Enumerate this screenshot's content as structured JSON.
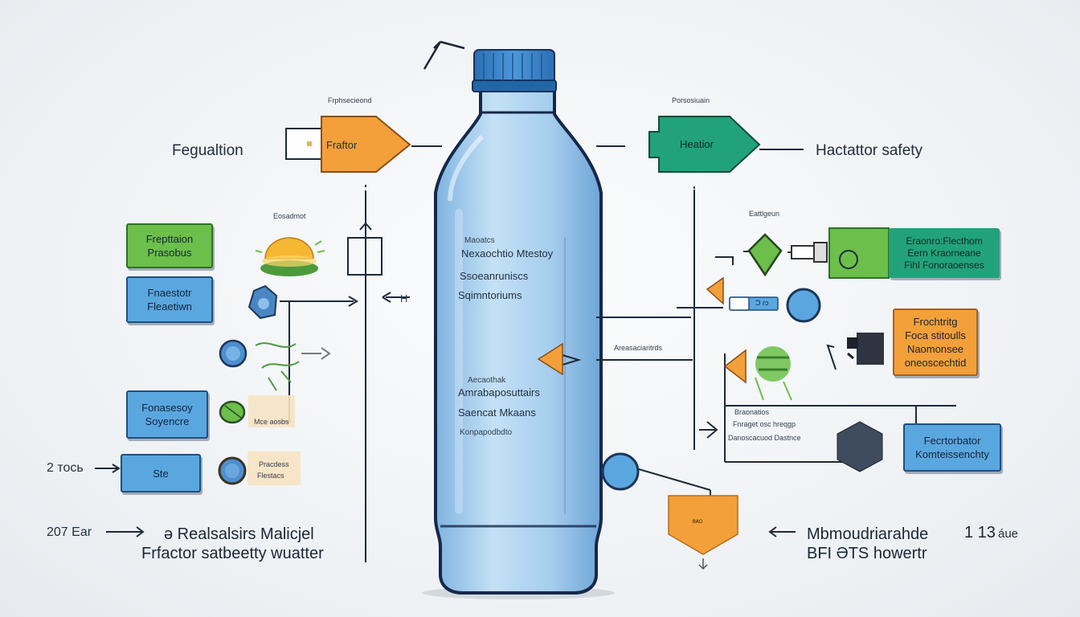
{
  "top_tag": "Frphsecieond",
  "top_tag_right": "Porsosiuain",
  "left_title": "Fegualtion",
  "right_title": "Hactattor safety",
  "arrow_left": "Fraftor",
  "arrow_right": "Heatior",
  "bottle_text": {
    "t1": "Maoatcs",
    "t2": "Nexaochtio Mtestoy",
    "t3": "Ssoeanruniscs",
    "t4": "Sqimntoriums",
    "t5": "Aecaothak",
    "t6": "Amrabaposuttairs",
    "t7": "Saencat Mkaans",
    "t8": "Konpapodbdto"
  },
  "left_boxes": {
    "b1": [
      "Frepttaion",
      "Prasobus"
    ],
    "b2": [
      "Fnaestotr",
      "Fleaetiwn"
    ],
    "b3": [
      "Fonasesoy",
      "Soyencre"
    ],
    "b4": [
      "Ste"
    ]
  },
  "left_small": {
    "s1": "Eosadmot",
    "s2": "Mce aosbs",
    "s3_l1": "Pracdess",
    "s3_l2": "Flestacs"
  },
  "left_bottom": {
    "num1": "2 тось",
    "num2": "207 Ear",
    "l1": "ə Realsalsirs Malicjel",
    "l2": "Frfactor satbeetty wuatter",
    "h": "H"
  },
  "right_small": {
    "s1": "Eattlgeun",
    "s2": "Areasaciaritrds",
    "s3": "Braonatios",
    "s4": "Fnraget osc hreqgp",
    "s5": "Danoscacuod Dastnce",
    "pill": "Ͻ ɾɔ",
    "hex_label": "ᴮᴬᴼ"
  },
  "right_boxes": {
    "g1": [
      "Eraonro:Flecthom",
      "Eern Kraorneane",
      "Fihl Fonoraoenses"
    ],
    "o1": [
      "Frochtritg",
      "Foca stitoulls",
      "Naomonsee",
      "oneoscechtid"
    ],
    "b1": [
      "Fecrtorbator",
      "Komteissenchty"
    ]
  },
  "right_bottom": {
    "l1": "Mbmoudriarahde",
    "l2": "BFI ƏTS howertr",
    "num": "1 13",
    "unit": "áue"
  },
  "colors": {
    "bottle": "#a9cfee",
    "bottle_outline": "#16284a",
    "cap": "#2f7cc4",
    "orange": "#f3a03b",
    "green": "#6bbf4a",
    "blue": "#5aa7e0",
    "teal": "#22a27a",
    "hexagon": "#3f4b5e"
  }
}
